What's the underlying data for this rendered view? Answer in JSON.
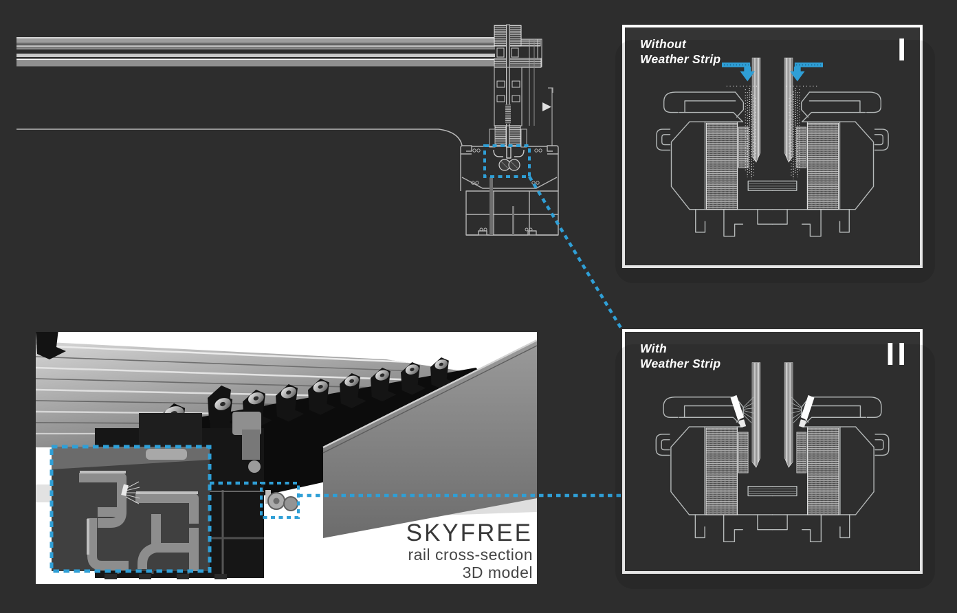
{
  "colors": {
    "accent_blue": "#2f9fd6",
    "page_bg": "#2d2d2d",
    "panel_bg": "#343434",
    "panel_border": "#ffffff",
    "caption_text": "#3a3a3a"
  },
  "panels": [
    {
      "numeral": "I",
      "title_line1": "Without",
      "title_line2": "Weather Strip"
    },
    {
      "numeral": "II",
      "title_line1": "With",
      "title_line2": "Weather Strip"
    }
  ],
  "caption": {
    "brand": "SKYFREE",
    "sub1": "rail cross-section",
    "sub2": "3D model"
  }
}
